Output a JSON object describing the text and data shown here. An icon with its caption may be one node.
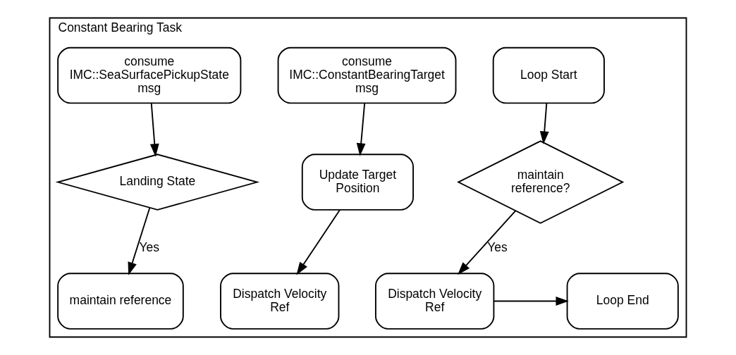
{
  "diagram": {
    "nodes": [
      {
        "text": [
          "Constant Bearing Task"
        ]
      },
      {
        "text": [
          "Loop Start"
        ],
        "in": 0
      },
      {
        "text": [
          "maintain reference?"
        ],
        "in": 0
      },
      {
        "text": [
          "Dispatch Velocity Ref"
        ],
        "in": 0
      },
      {
        "text": [
          "Loop End"
        ],
        "in": 0
      },
      {
        "text": [
          "consume IMC::ConstantBearingTarget msg"
        ],
        "in": 0
      },
      {
        "text": [
          "Update Target Position"
        ],
        "in": 0
      },
      {
        "text": [
          "Dispatch Velocity Ref"
        ],
        "in": 0
      },
      {
        "text": [
          "consume IMC::SeaSurfacePickupState msg"
        ],
        "in": 0
      },
      {
        "text": [
          "Landing State"
        ],
        "in": 0
      },
      {
        "text": [
          "maintain reference"
        ],
        "in": 0
      }
    ],
    "edges": [
      {
        "from": 1,
        "to": 2,
        "arrow": "to"
      },
      {
        "from": 2,
        "to": 3,
        "arrow": "to",
        "label": "Yes"
      },
      {
        "from": 3,
        "to": 4,
        "arrow": "to"
      },
      {
        "from": 5,
        "to": 6,
        "arrow": "to"
      },
      {
        "from": 6,
        "to": 7,
        "arrow": "to"
      },
      {
        "from": 8,
        "to": 9,
        "arrow": "to"
      },
      {
        "from": 9,
        "to": 10,
        "arrow": "to",
        "label": "Yes"
      }
    ]
  }
}
